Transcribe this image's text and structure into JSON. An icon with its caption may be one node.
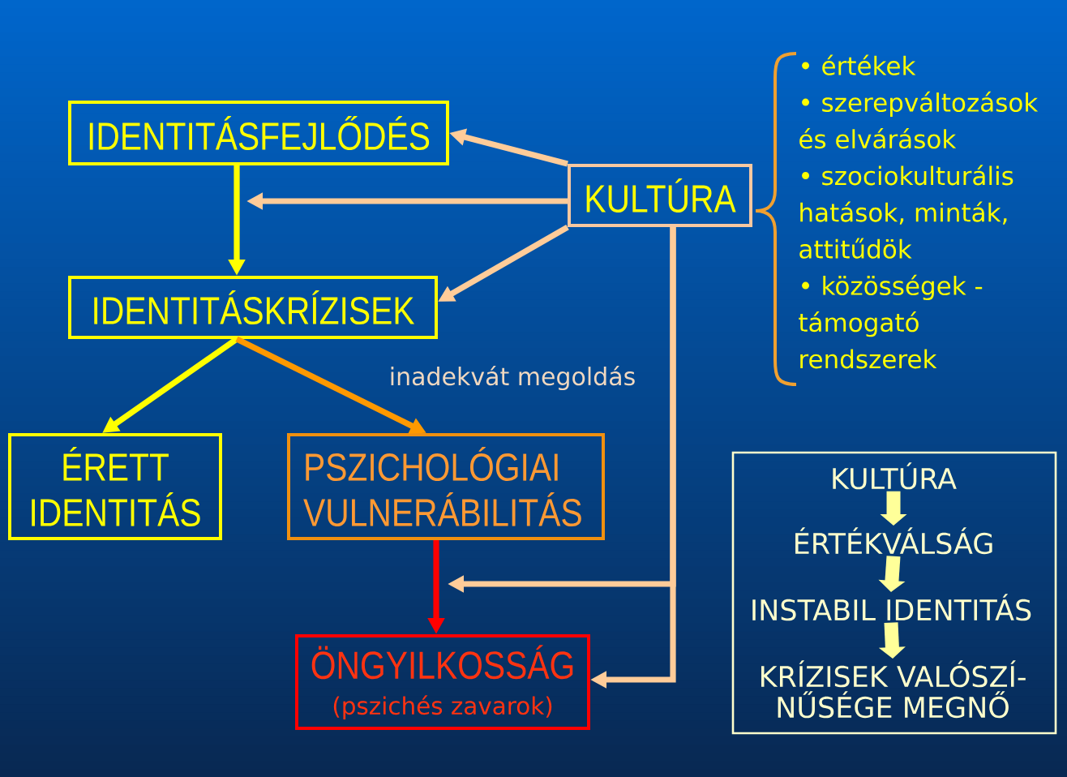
{
  "diagram": {
    "nodes": [
      {
        "text": [
          "IDENTITÁSFEJLŐDÉS"
        ]
      },
      {
        "text": [
          "KULTÚRA"
        ]
      },
      {
        "text": [
          "IDENTITÁSKRÍZISEK"
        ]
      },
      {
        "text": [
          "ÉRETT IDENTITÁS"
        ]
      },
      {
        "text": [
          "PSZICHOLÓGIAI VULNERÁBILITÁS"
        ]
      },
      {
        "text": [
          "ÖNGYILKOSSÁG",
          "(pszichés zavarok)"
        ]
      },
      {
        "text": [],
        "shape": "box"
      },
      {
        "text": [
          "KULTÚRA"
        ],
        "in": 6
      },
      {
        "text": [
          "ÉRTÉKVÁLSÁG"
        ],
        "in": 6
      },
      {
        "text": [
          "INSTABIL IDENTITÁS"
        ],
        "in": 6
      },
      {
        "text": [
          "KRÍZISEK VALÓSZÍ- NŰSÉGE MEGNŐ"
        ],
        "in": 6
      }
    ],
    "edges": [
      {
        "from": 0,
        "to": 2,
        "arrow": "to",
        "color": "#ffff00"
      },
      {
        "from": 1,
        "to": 0,
        "arrow": "to"
      },
      {
        "from": 1,
        "to": null,
        "arrow": "to"
      },
      {
        "from": 1,
        "to": 2,
        "arrow": "to"
      },
      {
        "from": 2,
        "to": 3,
        "arrow": "to",
        "color": "#ffff00"
      },
      {
        "from": 2,
        "to": 4,
        "arrow": "to",
        "color": "#ff9900",
        "label": "inadekvát megoldás"
      },
      {
        "from": 4,
        "to": 5,
        "arrow": "to",
        "color": "#ff0000"
      },
      {
        "from": 1,
        "to": null,
        "arrow": "to"
      },
      {
        "from": 1,
        "to": 5,
        "arrow": "to"
      },
      {
        "from": 7,
        "to": 8,
        "arrow": "to",
        "style": "thick",
        "color": "#ffff99"
      },
      {
        "from": 8,
        "to": 9,
        "arrow": "to",
        "style": "thick",
        "color": "#ffff99"
      },
      {
        "from": 9,
        "to": 10,
        "arrow": "to",
        "style": "thick",
        "color": "#ffff99"
      }
    ],
    "labels": [
      "• értékek",
      "• szerepváltozások és elvárások",
      "• szociokulturális hatások, minták, attitűdök",
      "• közösségek - támogató rendszerek"
    ]
  }
}
